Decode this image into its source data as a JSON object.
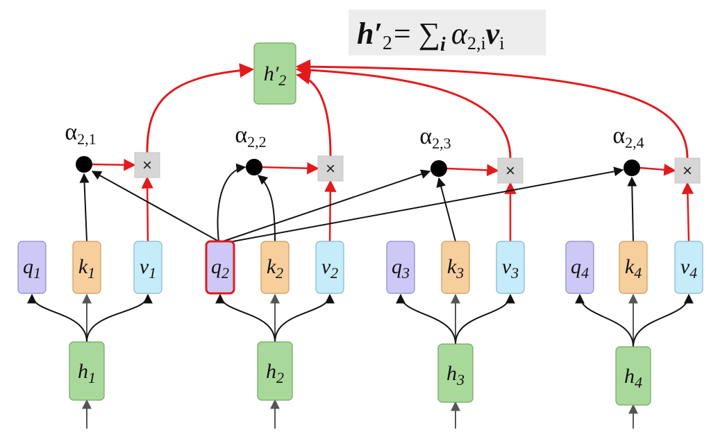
{
  "colors": {
    "q_fill": "#cdc8f5",
    "q_stroke": "#8f87c9",
    "k_fill": "#f7cf9c",
    "k_stroke": "#c99b5e",
    "v_fill": "#c7ecf9",
    "v_stroke": "#7fb7cc",
    "h_fill": "#a8d89a",
    "h_stroke": "#6fa764",
    "mul_fill": "#d6d6d6",
    "formula_bg": "#ededed",
    "highlight": "#e31a1c",
    "arrow": "#111111",
    "input_arrow": "#555555"
  },
  "formula": {
    "main": "h′",
    "sub": "2",
    "eq": "= ∑",
    "sum_sub": "i",
    "alpha": "α",
    "alpha_sub": "2,i",
    "v": "v",
    "v_sub": "i"
  },
  "output_node": {
    "letter": "h′",
    "sub": "2"
  },
  "mul_symbol": "×",
  "positions": [
    {
      "alpha_label": {
        "letter": "α",
        "sub": "2,1"
      },
      "q": {
        "letter": "q",
        "sub": "1"
      },
      "k": {
        "letter": "k",
        "sub": "1"
      },
      "v": {
        "letter": "v",
        "sub": "1"
      },
      "h": {
        "letter": "h",
        "sub": "1"
      }
    },
    {
      "alpha_label": {
        "letter": "α",
        "sub": "2,2"
      },
      "q": {
        "letter": "q",
        "sub": "2"
      },
      "k": {
        "letter": "k",
        "sub": "2"
      },
      "v": {
        "letter": "v",
        "sub": "2"
      },
      "h": {
        "letter": "h",
        "sub": "2"
      }
    },
    {
      "alpha_label": {
        "letter": "α",
        "sub": "2,3"
      },
      "q": {
        "letter": "q",
        "sub": "3"
      },
      "k": {
        "letter": "k",
        "sub": "3"
      },
      "v": {
        "letter": "v",
        "sub": "3"
      },
      "h": {
        "letter": "h",
        "sub": "3"
      }
    },
    {
      "alpha_label": {
        "letter": "α",
        "sub": "2,4"
      },
      "q": {
        "letter": "q",
        "sub": "4"
      },
      "k": {
        "letter": "k",
        "sub": "4"
      },
      "v": {
        "letter": "v",
        "sub": "4"
      },
      "h": {
        "letter": "h",
        "sub": "4"
      }
    }
  ],
  "highlighted_query_index": 1
}
